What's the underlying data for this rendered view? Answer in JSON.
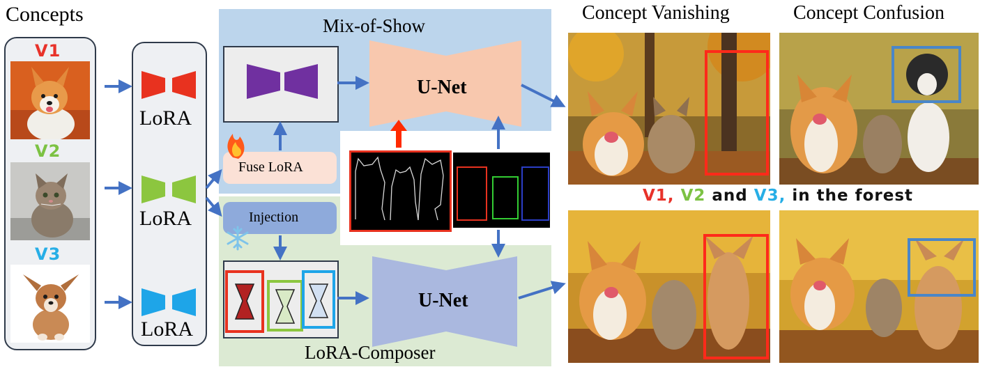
{
  "title_concepts": "Concepts",
  "concepts": [
    {
      "tag": "V1",
      "color": "#e8322a"
    },
    {
      "tag": "V2",
      "color": "#7cc243"
    },
    {
      "tag": "V3",
      "color": "#27aee6"
    }
  ],
  "lora_label": "LoRA",
  "mix_of_show": {
    "title": "Mix-of-Show",
    "fuse_label": "Fuse LoRA",
    "unet_label": "U-Net",
    "fire_icon": "fire-icon",
    "bg_color": "#bcd5ec"
  },
  "lora_composer": {
    "title": "LoRA-Composer",
    "injection_label": "Injection",
    "unet_label": "U-Net",
    "snowflake_icon": "snowflake-icon",
    "bg_color": "#dcead3"
  },
  "result_headers": {
    "vanishing": "Concept Vanishing",
    "confusion": "Concept Confusion"
  },
  "prompt": {
    "v1": "V1,",
    "v2": "V2",
    "and": "and",
    "v3": "V3,",
    "rest": "in the forest"
  },
  "colors": {
    "red": "#e8322a",
    "green": "#7cc243",
    "blue": "#27aee6",
    "arrow": "#4472c4",
    "lora_red": "#e8321f",
    "lora_green": "#8cc63f",
    "lora_blue": "#1ea5e8",
    "fused_purple": "#7030a0",
    "unet_top": "#f8c8ae",
    "unet_bottom": "#aab8df"
  }
}
